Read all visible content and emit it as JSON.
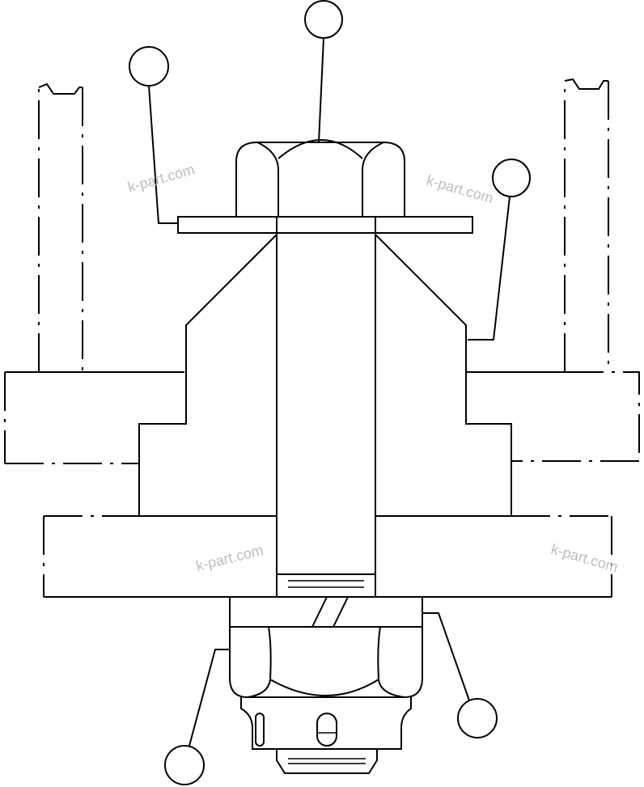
{
  "diagram": {
    "watermarks": [
      "k-part.com",
      "k-part.com",
      "k-part.com",
      "k-part.com"
    ],
    "callouts": [
      {
        "id": "callout-top",
        "label": ""
      },
      {
        "id": "callout-upper-left",
        "label": ""
      },
      {
        "id": "callout-upper-right",
        "label": ""
      },
      {
        "id": "callout-lower-left",
        "label": ""
      },
      {
        "id": "callout-lower-right",
        "label": ""
      }
    ]
  }
}
